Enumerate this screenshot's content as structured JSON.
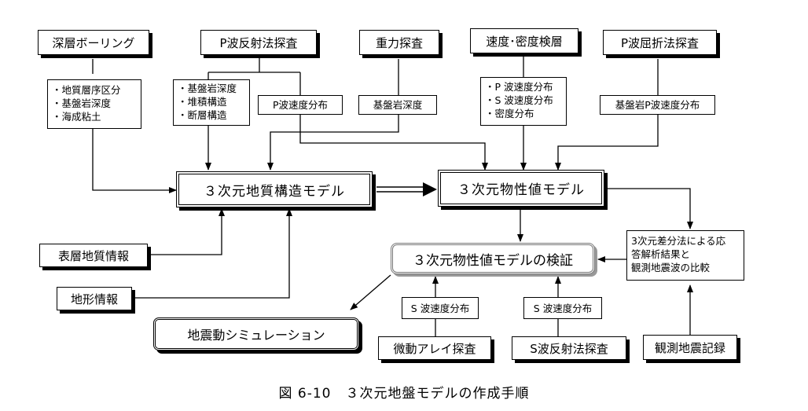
{
  "sources": {
    "deep_boring": "深層ボーリング",
    "p_reflection": "P波反射法探査",
    "gravity": "重力探査",
    "velocity_density_logging": "速度･密度検層",
    "p_refraction": "P波屈折法探査",
    "surface_geology": "表層地質情報",
    "topography": "地形情報",
    "microtremor_array": "微動アレイ探査",
    "s_reflection": "S波反射法探査",
    "seismic_records": "観測地震記録"
  },
  "notes": {
    "boring_items": [
      "・地質層序区分",
      "・基盤岩深度",
      "・海成粘土"
    ],
    "reflection_items": [
      "・基盤岩深度",
      "・堆積構造",
      "・断層構造"
    ],
    "reflection_pvel": "P波速度分布",
    "gravity_item": "基盤岩深度",
    "logging_items": [
      "・P 波速度分布",
      "・S 波速度分布",
      "・密度分布"
    ],
    "refraction_item": "基盤岩P波速度分布",
    "comparison": [
      "3次元差分法による応",
      "答解析結果と",
      "観測地震波の比較"
    ],
    "array_svel": "S 波速度分布",
    "sreflection_svel": "S 波速度分布"
  },
  "models": {
    "geology_model": "３次元地質構造モデル",
    "property_model": "３次元物性値モデル",
    "verification": "３次元物性値モデルの検証",
    "simulation": "地震動シミュレーション"
  },
  "caption": "図 6-10　３次元地盤モデルの作成手順"
}
